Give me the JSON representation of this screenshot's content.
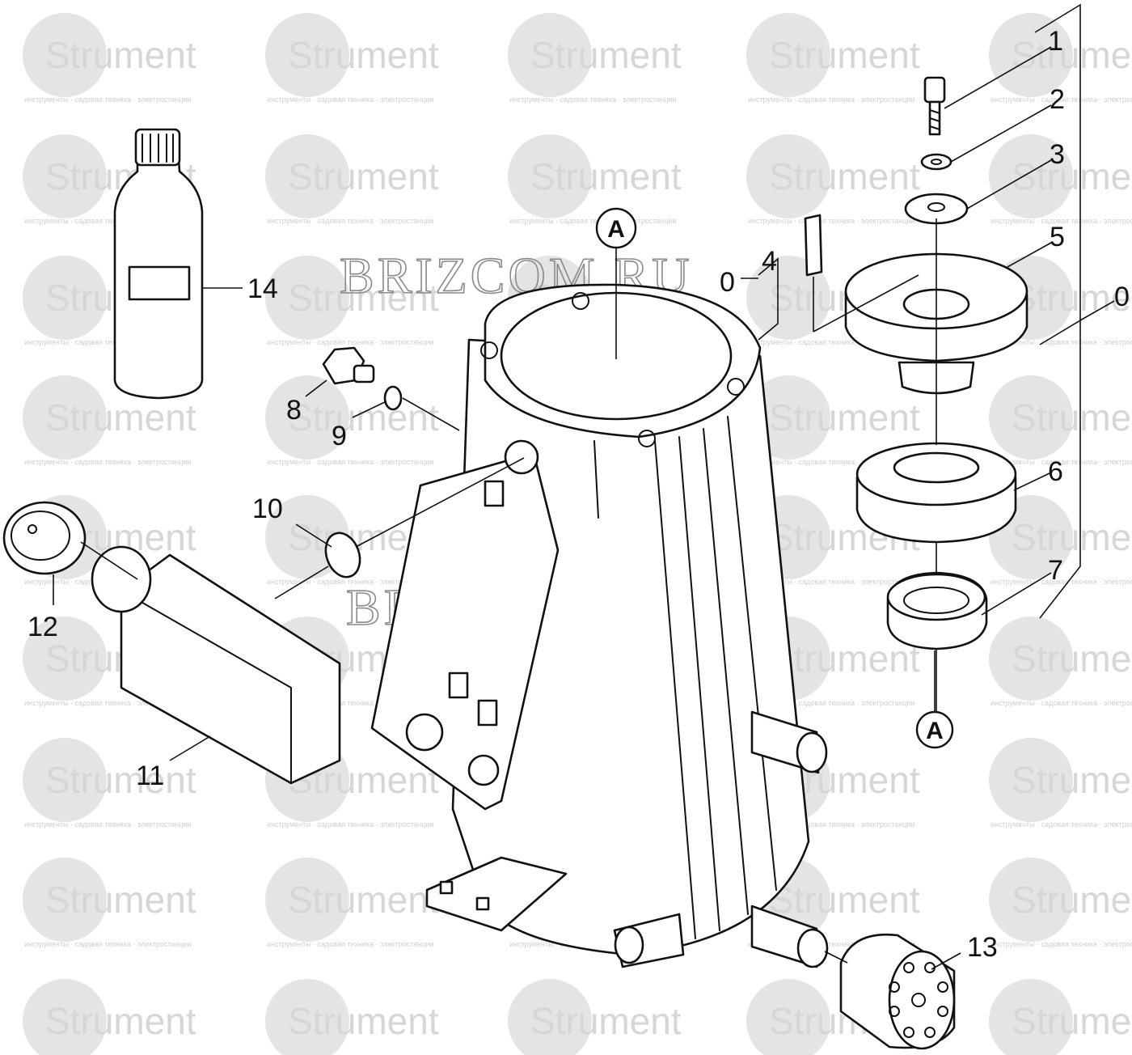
{
  "watermark": {
    "logo_text": "Strument",
    "tagline": "инструменты · садовая техника · электростанции",
    "brand_text": "BRIZCOM.RU"
  },
  "callouts": {
    "c1": "1",
    "c2": "2",
    "c3": "3",
    "c4": "4",
    "c0a": "0",
    "c5": "5",
    "c0b": "0",
    "c6": "6",
    "c7": "7",
    "c8": "8",
    "c9": "9",
    "c10": "10",
    "c11": "11",
    "c12": "12",
    "c13": "13",
    "c14": "14"
  },
  "markers": {
    "top": "A",
    "bottom": "A"
  },
  "icons": [
    "bottle-icon",
    "housing-icon",
    "screw-icon",
    "washer-icon",
    "bearing-icon",
    "seal-icon",
    "plug-icon",
    "filter-icon"
  ]
}
